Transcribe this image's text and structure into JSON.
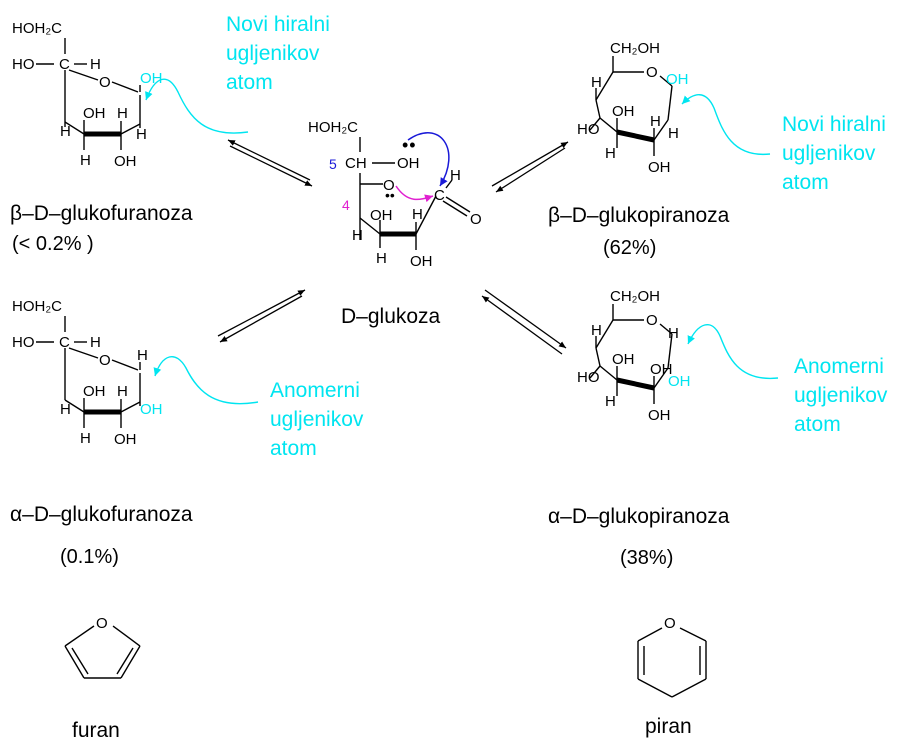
{
  "atoms": {
    "HOH2C": "HOH₂C",
    "CH2OH": "CH₂OH",
    "HO": "HO",
    "C": "C",
    "CH": "CH",
    "H": "H",
    "O": "O",
    "OH": "OH",
    "lone_pair": "••",
    "lone_pair_v": ":"
  },
  "center": {
    "name": "D–glukoza",
    "carbon5": "5",
    "carbon4": "4"
  },
  "structures": {
    "beta_furanose": {
      "name": "β–D–glukofuranoza",
      "percent": "(< 0.2% )"
    },
    "alpha_furanose": {
      "name": "α–D–glukofuranoza",
      "percent": "(0.1%)"
    },
    "beta_pyranose": {
      "name": "β–D–glukopiranoza",
      "percent": "(62%)"
    },
    "alpha_pyranose": {
      "name": "α–D–glukopiranoza",
      "percent": "(38%)"
    }
  },
  "notes": {
    "new_chiral": [
      "Novi hiralni",
      "ugljenikov",
      "atom"
    ],
    "anomeric": [
      "Anomerni",
      "ugljenikov",
      "atom"
    ]
  },
  "rings": {
    "furan": "furan",
    "pyran": "piran"
  },
  "colors": {
    "annotation": "#00e5f0",
    "carbon5_label": "#1a1ad8",
    "carbon4_label": "#e020d0",
    "arrow_blue": "#1a1ad8",
    "arrow_magenta": "#e020d0"
  }
}
